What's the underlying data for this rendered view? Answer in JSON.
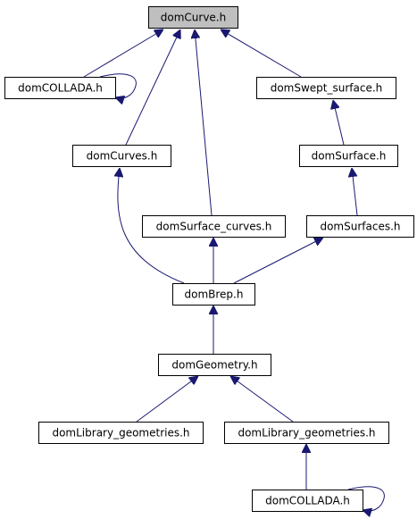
{
  "colors": {
    "highlight": "#bfbfbf",
    "node_fill": "#ffffff",
    "edge": "#191970"
  },
  "nodes": [
    {
      "id": "domCurve",
      "label": "domCurve.h",
      "highlighted": true
    },
    {
      "id": "domCOLLADA_top",
      "label": "domCOLLADA.h"
    },
    {
      "id": "domSwept_surface",
      "label": "domSwept_surface.h"
    },
    {
      "id": "domCurves",
      "label": "domCurves.h"
    },
    {
      "id": "domSurface",
      "label": "domSurface.h"
    },
    {
      "id": "domSurface_curves",
      "label": "domSurface_curves.h"
    },
    {
      "id": "domSurfaces",
      "label": "domSurfaces.h"
    },
    {
      "id": "domBrep",
      "label": "domBrep.h"
    },
    {
      "id": "domGeometry",
      "label": "domGeometry.h"
    },
    {
      "id": "domLibrary_geometries_l",
      "label": "domLibrary_geometries.h"
    },
    {
      "id": "domLibrary_geometries_r",
      "label": "domLibrary_geometries.h"
    },
    {
      "id": "domCOLLADA_bottom",
      "label": "domCOLLADA.h"
    }
  ],
  "edges": [
    {
      "from": "domCOLLADA_top",
      "to": "domCurve"
    },
    {
      "from": "domCOLLADA_top",
      "to": "domCOLLADA_top"
    },
    {
      "from": "domCurves",
      "to": "domCurve"
    },
    {
      "from": "domSurface_curves",
      "to": "domCurve"
    },
    {
      "from": "domSwept_surface",
      "to": "domCurve"
    },
    {
      "from": "domSurface",
      "to": "domSwept_surface"
    },
    {
      "from": "domSurfaces",
      "to": "domSurface"
    },
    {
      "from": "domBrep",
      "to": "domCurves"
    },
    {
      "from": "domBrep",
      "to": "domSurface_curves"
    },
    {
      "from": "domBrep",
      "to": "domSurfaces"
    },
    {
      "from": "domGeometry",
      "to": "domBrep"
    },
    {
      "from": "domLibrary_geometries_l",
      "to": "domGeometry"
    },
    {
      "from": "domLibrary_geometries_r",
      "to": "domGeometry"
    },
    {
      "from": "domCOLLADA_bottom",
      "to": "domLibrary_geometries_r"
    },
    {
      "from": "domCOLLADA_bottom",
      "to": "domCOLLADA_bottom"
    }
  ]
}
